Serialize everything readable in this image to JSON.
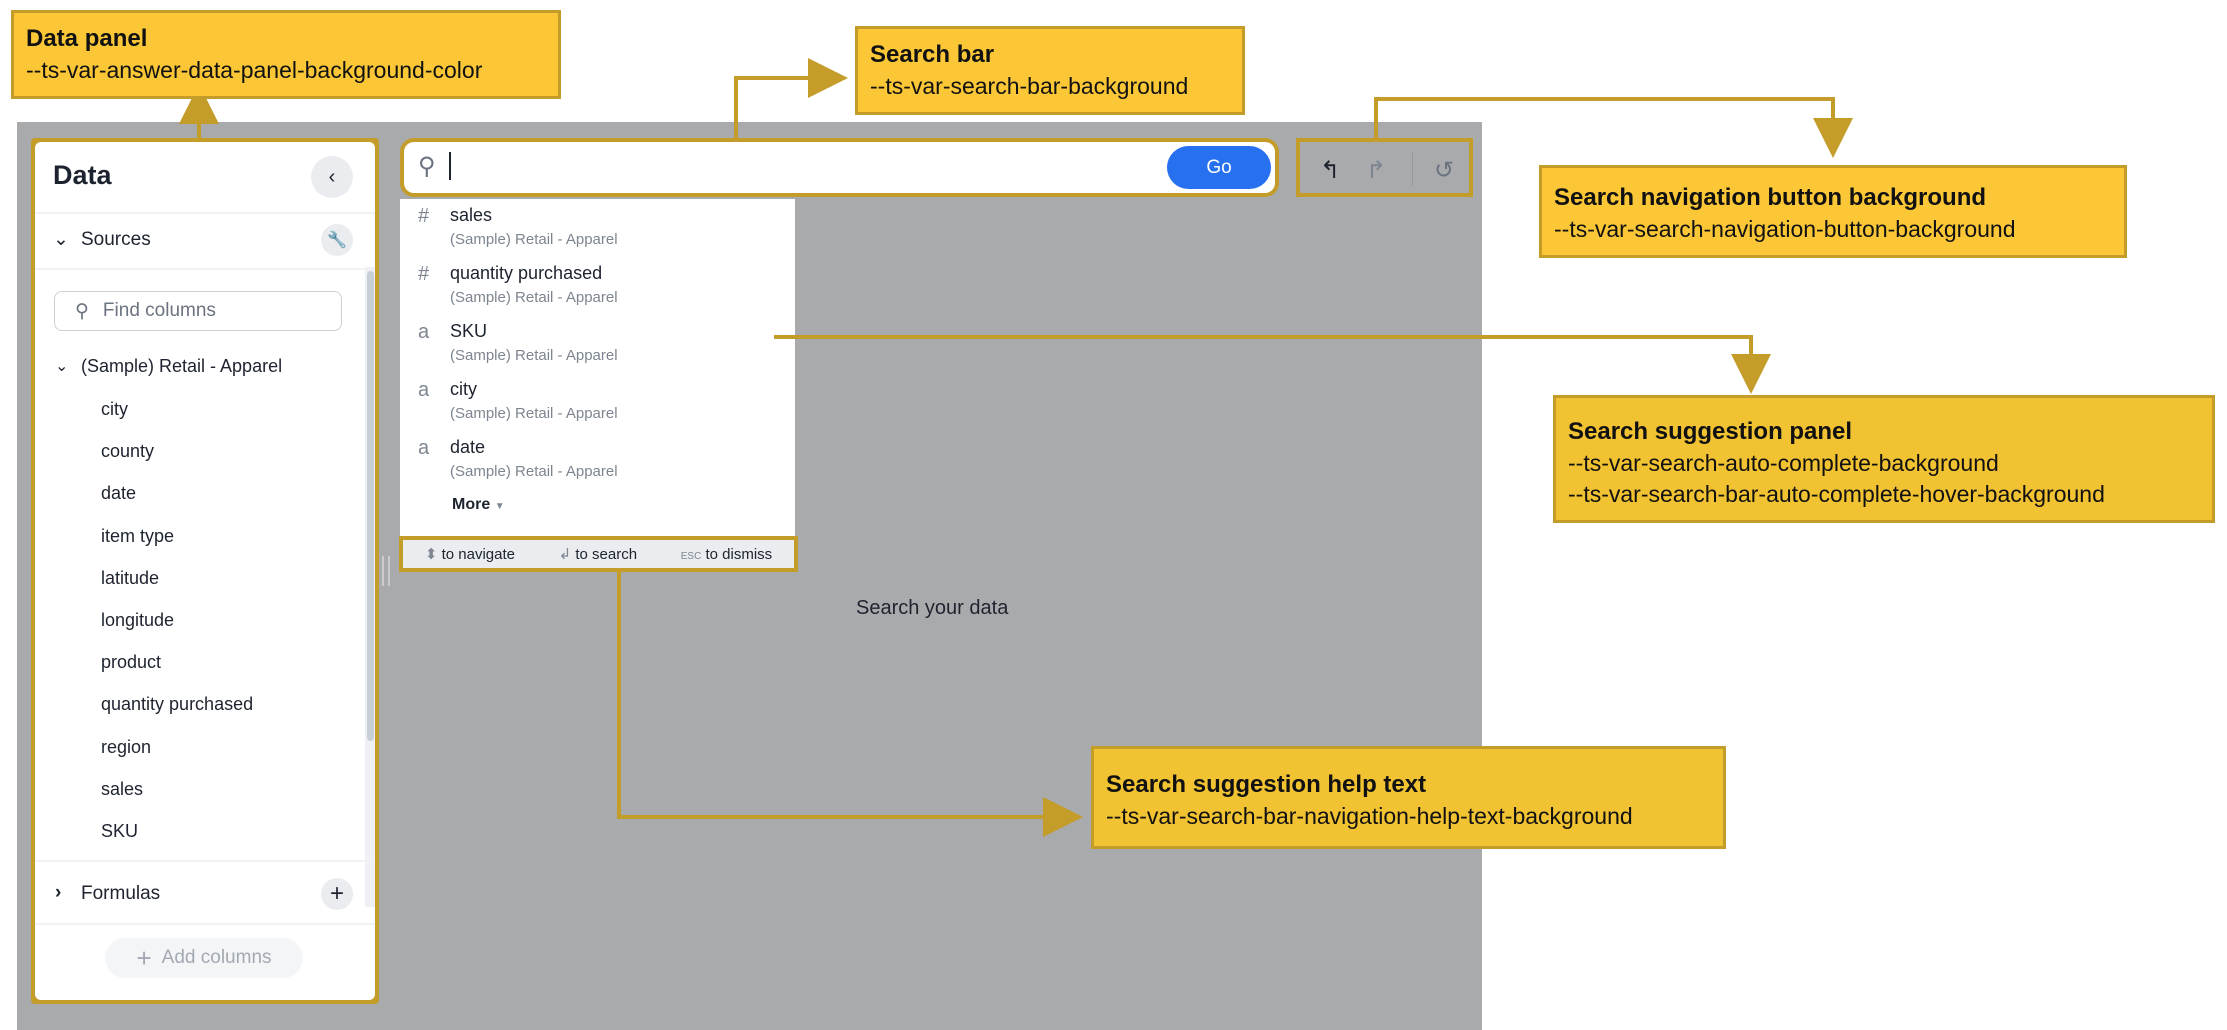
{
  "colors": {
    "accent": "#2770ef",
    "annotation": "#c49c2a",
    "callout_fill": "#fbc737",
    "app_background": "#a9aaab"
  },
  "data_panel": {
    "title": "Data",
    "collapse_icon": "chevron-left-icon",
    "sources_label": "Sources",
    "sources_icon": "wrench-icon",
    "find_placeholder": "Find columns",
    "source_name": "(Sample) Retail - Apparel",
    "columns": [
      "city",
      "county",
      "date",
      "item type",
      "latitude",
      "longitude",
      "product",
      "quantity purchased",
      "region",
      "sales",
      "SKU"
    ],
    "formulas_label": "Formulas",
    "add_columns_label": "Add columns"
  },
  "search_bar": {
    "value": "",
    "go_label": "Go"
  },
  "navigation": {
    "undo_icon": "undo-icon",
    "redo_icon": "redo-icon",
    "reset_icon": "reset-icon"
  },
  "suggestions": {
    "items": [
      {
        "type_icon": "#",
        "title": "sales",
        "source": "(Sample) Retail - Apparel"
      },
      {
        "type_icon": "#",
        "title": "quantity purchased",
        "source": "(Sample) Retail - Apparel"
      },
      {
        "type_icon": "a",
        "title": "SKU",
        "source": "(Sample) Retail - Apparel"
      },
      {
        "type_icon": "a",
        "title": "city",
        "source": "(Sample) Retail - Apparel"
      },
      {
        "type_icon": "a",
        "title": "date",
        "source": "(Sample) Retail - Apparel"
      }
    ],
    "more_label": "More",
    "help": {
      "navigate": "to navigate",
      "search": "to search",
      "esc_key": "ESC",
      "dismiss": "to dismiss"
    }
  },
  "empty_state": "Search your data",
  "callouts": [
    {
      "title": "Data panel",
      "vars": [
        "--ts-var-answer-data-panel-background-color"
      ]
    },
    {
      "title": "Search bar",
      "vars": [
        "--ts-var-search-bar-background"
      ]
    },
    {
      "title": "Search navigation button background",
      "vars": [
        "--ts-var-search-navigation-button-background"
      ]
    },
    {
      "title": "Search suggestion panel",
      "vars": [
        "--ts-var-search-auto-complete-background",
        "--ts-var-search-bar-auto-complete-hover-background"
      ]
    },
    {
      "title": "Search suggestion help text",
      "vars": [
        "--ts-var-search-bar-navigation-help-text-background"
      ]
    }
  ]
}
